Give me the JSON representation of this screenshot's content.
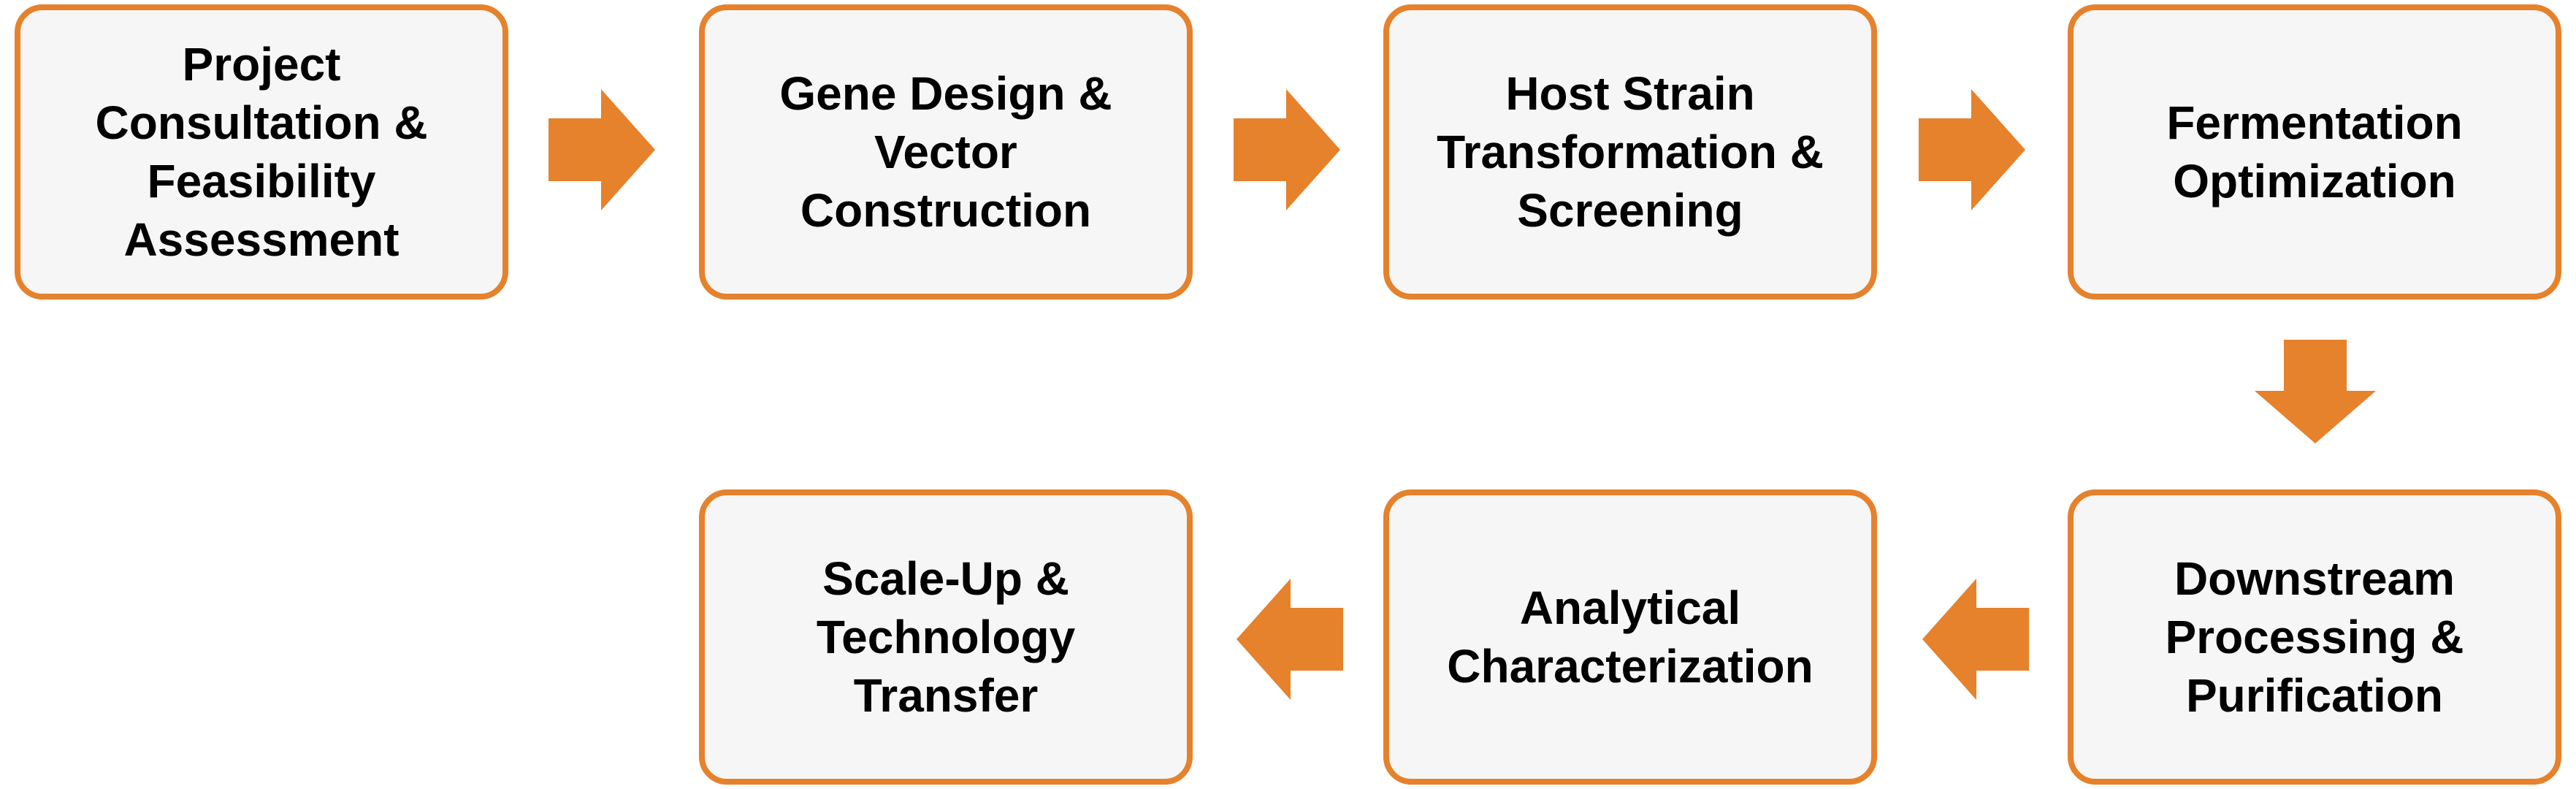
{
  "colors": {
    "accent": "#E6812C",
    "box_fill": "#F6F6F6",
    "text": "#000000"
  },
  "steps": [
    {
      "label": "Project\nConsultation &\nFeasibility\nAssessment"
    },
    {
      "label": "Gene Design &\nVector\nConstruction"
    },
    {
      "label": "Host Strain\nTransformation &\nScreening"
    },
    {
      "label": "Fermentation\nOptimization"
    },
    {
      "label": "Downstream\nProcessing &\nPurification"
    },
    {
      "label": "Analytical\nCharacterization"
    },
    {
      "label": "Scale-Up &\nTechnology\nTransfer"
    }
  ]
}
